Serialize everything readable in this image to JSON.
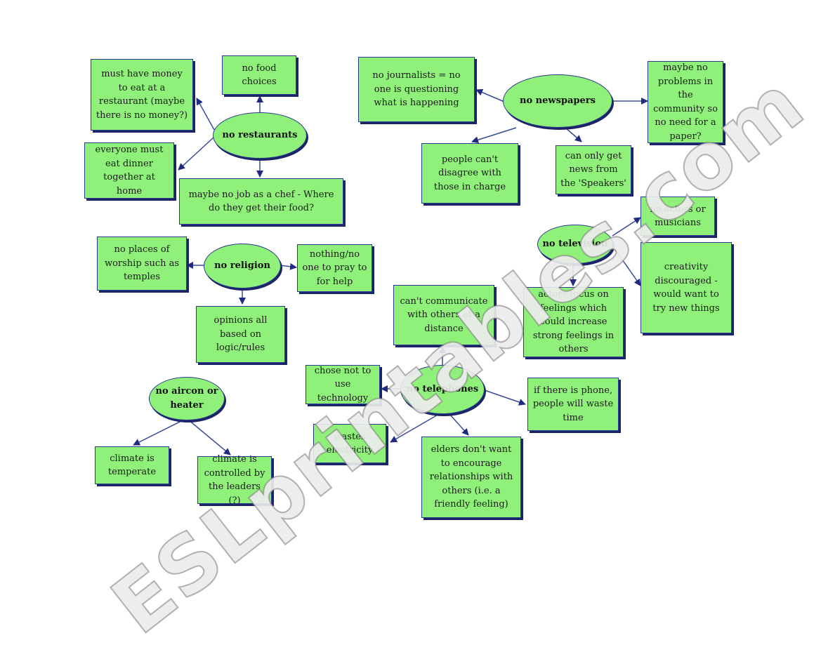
{
  "colors": {
    "fill": "#8ff07a",
    "border": "#2a3a8c",
    "arrow": "#1f2a80",
    "watermark": "#ebebeb"
  },
  "watermark": "ESLprintables.com",
  "centers": {
    "restaurants": "no restaurants",
    "newspapers": "no newspapers",
    "religion": "no religion",
    "television": "no television",
    "telephones": "no telephones",
    "aircon": "no aircon or heater"
  },
  "boxes": {
    "money": "must have money to eat at a restaurant (maybe there is no money?)",
    "food_choices": "no food choices",
    "eat_together": "everyone must eat dinner together at home",
    "chef": "maybe no job as a chef - Where do they get their food?",
    "journalists": "no journalists = no one is questioning what is happening",
    "no_problems": "maybe no problems in the community so no need for a paper?",
    "disagree": "people can't disagree with those in charge",
    "speakers": "can only get news from the 'Speakers'",
    "worship": "no places of worship such as temples",
    "pray": "nothing/no one to pray to for help",
    "logic": "opinions all based on logic/rules",
    "actors_musicians": "no actors or musicians",
    "creativity": "creativity discouraged - would want to try new things",
    "actors_feelings": "actors focus on feelings which could increase strong feelings in others",
    "communicate": "can't communicate with others at a distance",
    "technology": "chose not to use technology",
    "waste_time": "if there is phone, people will waste time",
    "electricity": "wastes electricity",
    "elders": "elders don't want to encourage relationships with others (i.e. a friendly feeling)",
    "temperate": "climate is temperate",
    "controlled": "climate is controlled by the leaders (?)"
  }
}
